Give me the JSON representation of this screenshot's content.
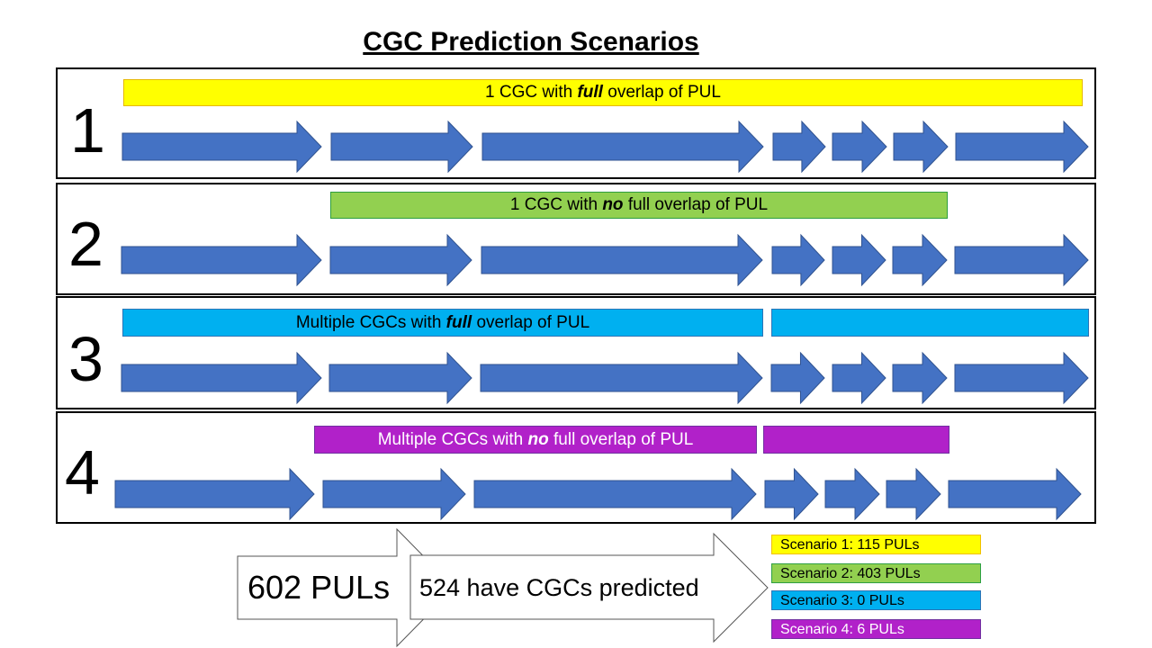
{
  "title": "CGC Prediction Scenarios",
  "colors": {
    "arrow": "#4472C4",
    "yellow": "#FFFF00",
    "green": "#92D050",
    "cyan": "#00B0F0",
    "purple": "#B121C9"
  },
  "scenarios": [
    {
      "number": "1",
      "pre": "1 CGC with ",
      "em": "full",
      "post": " overlap of PUL"
    },
    {
      "number": "2",
      "pre": "1 CGC with ",
      "em": "no",
      "post": " full overlap of PUL"
    },
    {
      "number": "3",
      "pre": "Multiple CGCs with ",
      "em": "full",
      "post": " overlap of PUL"
    },
    {
      "number": "4",
      "pre": "Multiple CGCs with ",
      "em": "no",
      "post": " full overlap of PUL"
    }
  ],
  "summary": {
    "total": "602 PULs",
    "predicted": "524 have CGCs predicted"
  },
  "legend": [
    "Scenario 1: 115 PULs",
    "Scenario 2: 403 PULs",
    "Scenario 3: 0 PULs",
    "Scenario 4: 6 PULs"
  ]
}
